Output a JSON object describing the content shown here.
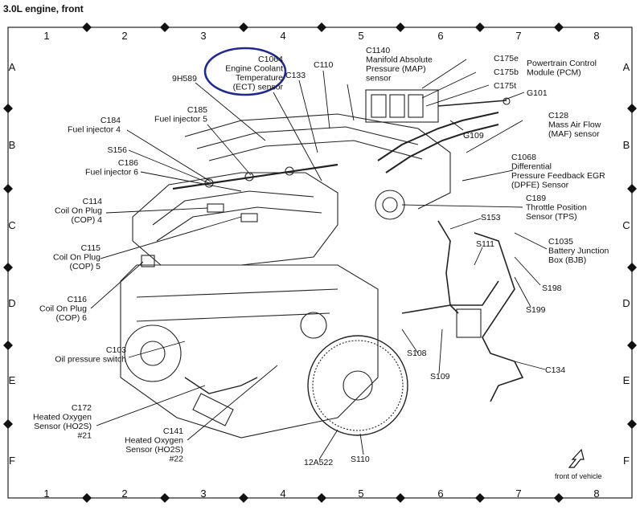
{
  "title": "3.0L  engine,  front",
  "columns": [
    "1",
    "2",
    "3",
    "4",
    "5",
    "6",
    "7",
    "8"
  ],
  "rows": [
    "A",
    "B",
    "C",
    "D",
    "E",
    "F"
  ],
  "highlight_color": "#1f2a8f",
  "callouts": {
    "c1064": {
      "lines": [
        "C1064",
        "Engine Coolant",
        "Temperature",
        "(ECT) sensor"
      ]
    },
    "h589": {
      "lines": [
        "9H589"
      ]
    },
    "c133": {
      "lines": [
        "C133"
      ]
    },
    "c110": {
      "lines": [
        "C110"
      ]
    },
    "c1140": {
      "lines": [
        "C1140",
        "Manifold Absolute",
        "Pressure (MAP)",
        "sensor"
      ]
    },
    "c175e": {
      "lines": [
        "C175e"
      ]
    },
    "c175b": {
      "lines": [
        "C175b"
      ]
    },
    "c175t": {
      "lines": [
        "C175t"
      ]
    },
    "pcm": {
      "lines": [
        "Powertrain Control",
        "Module (PCM)"
      ]
    },
    "g101": {
      "lines": [
        "G101"
      ]
    },
    "c184": {
      "lines": [
        "C184",
        "Fuel injector 4"
      ]
    },
    "c185": {
      "lines": [
        "C185",
        "Fuel injector 5"
      ]
    },
    "c128": {
      "lines": [
        "C128",
        "Mass Air Flow",
        "(MAF) sensor"
      ]
    },
    "g109": {
      "lines": [
        "G109"
      ]
    },
    "s156": {
      "lines": [
        "S156"
      ]
    },
    "c186": {
      "lines": [
        "C186",
        "Fuel injector 6"
      ]
    },
    "c1068": {
      "lines": [
        "C1068",
        "Differential",
        "Pressure Feedback EGR",
        "(DPFE) Sensor"
      ]
    },
    "c114": {
      "lines": [
        "C114",
        "Coil On Plug",
        "(COP) 4"
      ]
    },
    "c189": {
      "lines": [
        "C189",
        "Throttle Position",
        "Sensor (TPS)"
      ]
    },
    "s153": {
      "lines": [
        "S153"
      ]
    },
    "c115": {
      "lines": [
        "C115",
        "Coil On Plug",
        "(COP) 5"
      ]
    },
    "s111": {
      "lines": [
        "S111"
      ]
    },
    "c1035": {
      "lines": [
        "C1035",
        "Battery Junction",
        "Box (BJB)"
      ]
    },
    "s198": {
      "lines": [
        "S198"
      ]
    },
    "c116": {
      "lines": [
        "C116",
        "Coil On Plug",
        "(COP) 6"
      ]
    },
    "s199": {
      "lines": [
        "S199"
      ]
    },
    "c103": {
      "lines": [
        "C103",
        "Oil pressure switch"
      ]
    },
    "s108": {
      "lines": [
        "S108"
      ]
    },
    "s109": {
      "lines": [
        "S109"
      ]
    },
    "c134": {
      "lines": [
        "C134"
      ]
    },
    "c172": {
      "lines": [
        "C172",
        "Heated Oxygen",
        "Sensor (HO2S)",
        "#21"
      ]
    },
    "c141": {
      "lines": [
        "C141",
        "Heated Oxygen",
        "Sensor (HO2S)",
        "#22"
      ]
    },
    "a522": {
      "lines": [
        "12A522"
      ]
    },
    "s110": {
      "lines": [
        "S110"
      ]
    },
    "front": {
      "lines": [
        "front of vehicle"
      ]
    }
  }
}
